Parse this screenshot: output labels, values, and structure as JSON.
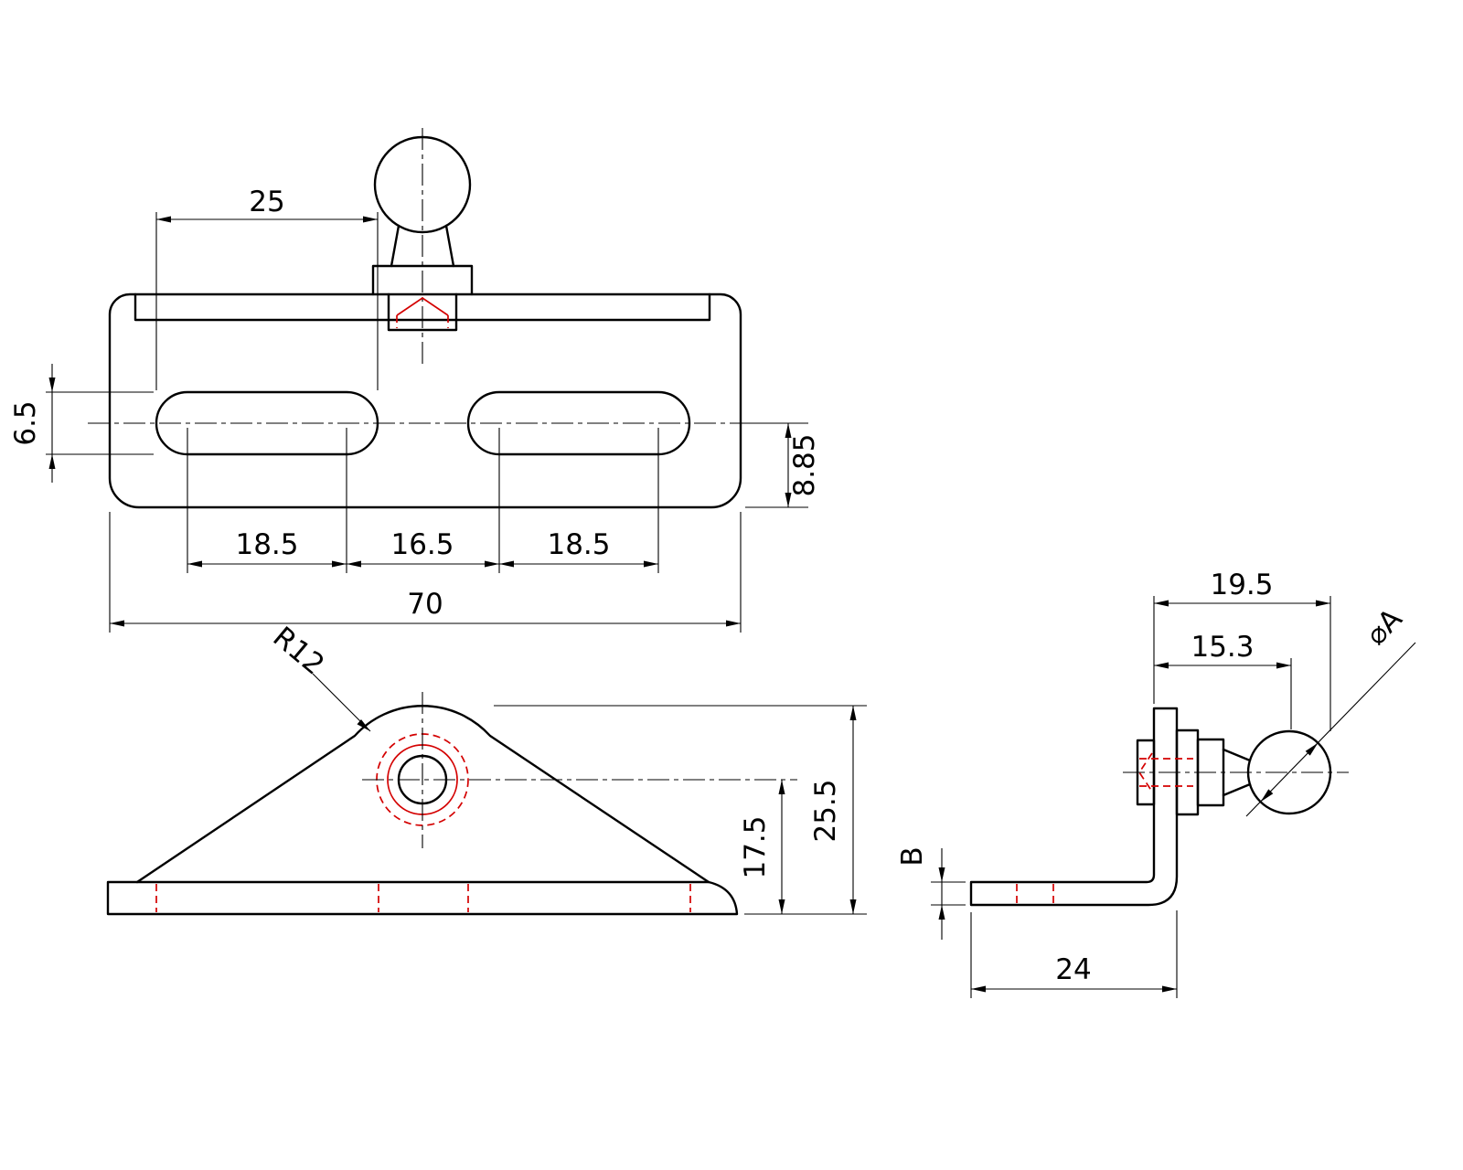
{
  "colors": {
    "line": "#000000",
    "highlight": "#d40000",
    "background": "#ffffff"
  },
  "views": {
    "top": {
      "dims": {
        "slot_length": "25",
        "slot_width": "6.5",
        "slot_edge_distance": "8.85",
        "left_slot_centers": "18.5",
        "center_spacing": "16.5",
        "right_slot_centers": "18.5",
        "overall_width": "70"
      }
    },
    "front": {
      "dims": {
        "peak_radius": "R12",
        "hole_center_height": "17.5",
        "overall_height": "25.5"
      }
    },
    "side": {
      "dims": {
        "stud_overall": "19.5",
        "ball_center_offset": "15.3",
        "ball_diameter": "⌀A",
        "material_thickness": "B",
        "base_length": "24"
      }
    }
  }
}
